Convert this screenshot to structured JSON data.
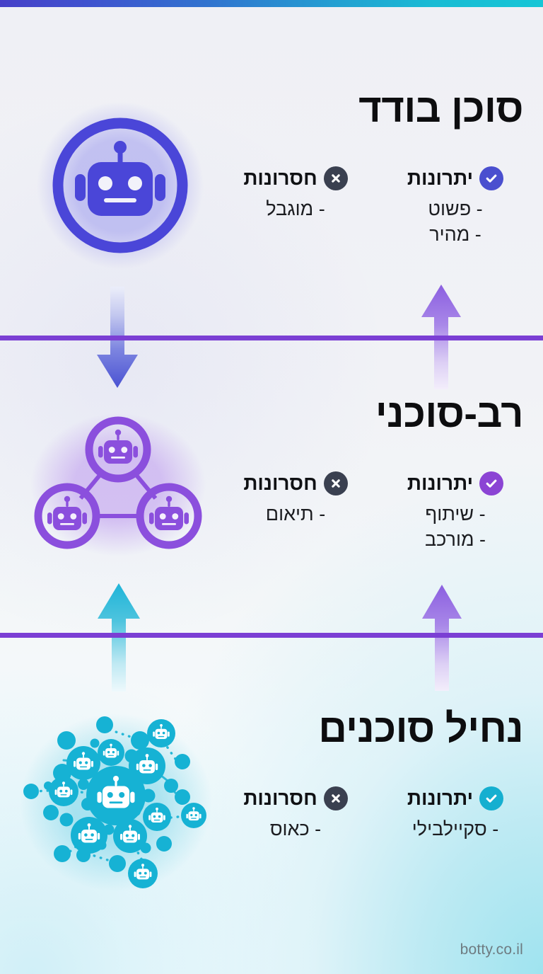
{
  "theme": {
    "bar_gradient_start": "#4640c8",
    "bar_gradient_end": "#16c6d6",
    "divider_color": "#7b3fd4",
    "background": "#eff0f5",
    "heading_color": "#0d0d0f"
  },
  "sections": [
    {
      "id": "single-agent",
      "title": "סוכן בודד",
      "accent": "#4a4fcf",
      "icon": "single-robot-icon",
      "pros": {
        "label": "יתרונות",
        "badge": "check-icon",
        "badge_color": "#4a4fcf",
        "items": [
          "- פשוט",
          "- מהיר"
        ]
      },
      "cons": {
        "label": "חסרונות",
        "badge": "x-icon",
        "badge_color": "#3a4050",
        "items": [
          "- מוגבל"
        ]
      }
    },
    {
      "id": "multi-agent",
      "title": "רב-סוכני",
      "accent": "#8b44d4",
      "icon": "multi-robot-network-icon",
      "pros": {
        "label": "יתרונות",
        "badge": "check-icon",
        "badge_color": "#8b44d4",
        "items": [
          "- שיתוף",
          "- מורכב"
        ]
      },
      "cons": {
        "label": "חסרונות",
        "badge": "x-icon",
        "badge_color": "#3a4050",
        "items": [
          "- תיאום"
        ]
      }
    },
    {
      "id": "agent-swarm",
      "title": "נחיל סוכנים",
      "accent": "#15afd0",
      "icon": "robot-swarm-icon",
      "pros": {
        "label": "יתרונות",
        "badge": "check-icon",
        "badge_color": "#15afd0",
        "items": [
          "- סקיילבילי"
        ]
      },
      "cons": {
        "label": "חסרונות",
        "badge": "x-icon",
        "badge_color": "#3a4050",
        "items": [
          "- כאוס"
        ]
      }
    }
  ],
  "arrows": [
    {
      "id": "arrow-down-single-to-multi",
      "direction": "down",
      "color_start": "#e8e9f6",
      "color_end": "#4a52d2"
    },
    {
      "id": "arrow-up-multi-to-single",
      "direction": "up",
      "color_start": "#8b5fe0",
      "color_end": "#efe9fa"
    },
    {
      "id": "arrow-up-swarm-to-multi-left",
      "direction": "up",
      "color_start": "#24b6d8",
      "color_end": "#e6f7fb"
    },
    {
      "id": "arrow-up-swarm-to-multi-right",
      "direction": "up",
      "color_start": "#8b5fe0",
      "color_end": "#efe9fa"
    }
  ],
  "watermark": "botty.co.il"
}
